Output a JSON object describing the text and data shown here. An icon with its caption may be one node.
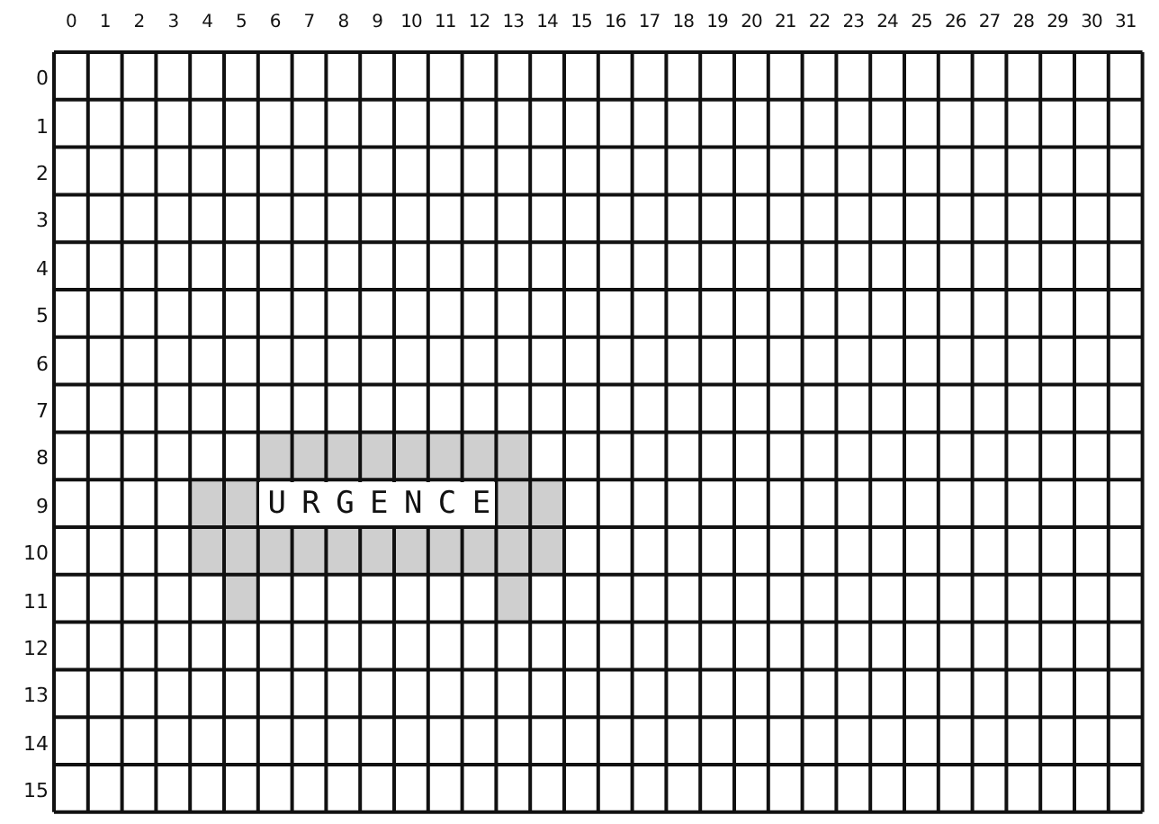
{
  "diagram": {
    "labels": [
      "0",
      "1",
      "2",
      "3",
      "4",
      "5",
      "6",
      "7",
      "8",
      "9",
      "10",
      "11",
      "12",
      "13",
      "14",
      "15",
      "16",
      "17",
      "18",
      "19",
      "20",
      "21",
      "22",
      "23",
      "24",
      "25",
      "26",
      "27",
      "28",
      "29",
      "30",
      "31",
      "0",
      "1",
      "2",
      "3",
      "4",
      "5",
      "6",
      "7",
      "8",
      "9",
      "URGENCE",
      "10",
      "11",
      "12",
      "13",
      "14",
      "15"
    ]
  }
}
